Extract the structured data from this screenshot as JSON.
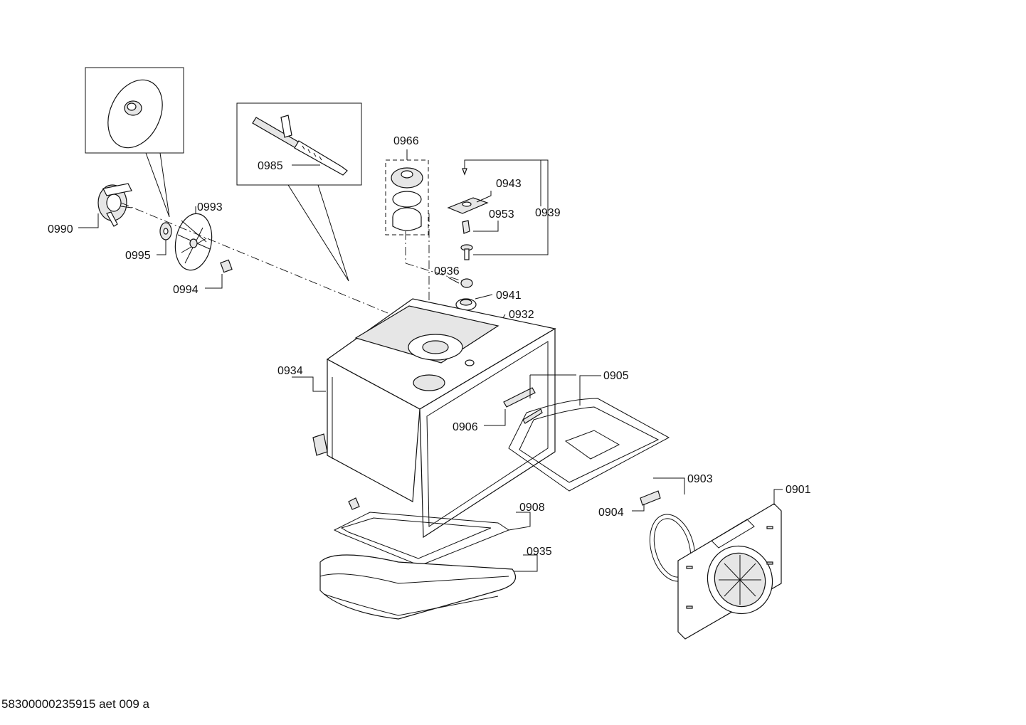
{
  "diagram": {
    "labels": {
      "p0990": "0990",
      "p0995": "0995",
      "p0993": "0993",
      "p0994": "0994",
      "p0985": "0985",
      "p0966": "0966",
      "p0943": "0943",
      "p0953": "0953",
      "p0939": "0939",
      "p0936": "0936",
      "p0941": "0941",
      "p0932": "0932",
      "p0934": "0934",
      "p0905": "0905",
      "p0906": "0906",
      "p0903": "0903",
      "p0901": "0901",
      "p0904": "0904",
      "p0908": "0908",
      "p0935": "0935"
    },
    "footer": "58300000235915 aet 009 a"
  }
}
